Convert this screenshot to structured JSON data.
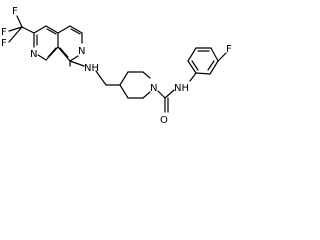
{
  "molecule": {
    "atoms": {
      "f_top": "F",
      "f_left_upper": "F",
      "f_left_lower": "F",
      "n_naphthyridine_1": "N",
      "n_naphthyridine_6": "N",
      "nh_amine": "NH",
      "n_piperidine": "N",
      "o_carbonyl": "O",
      "nh_amide": "NH",
      "f_aryl": "F"
    }
  },
  "colors": {
    "bond": "#000000",
    "text": "#000000",
    "background": "#ffffff"
  }
}
